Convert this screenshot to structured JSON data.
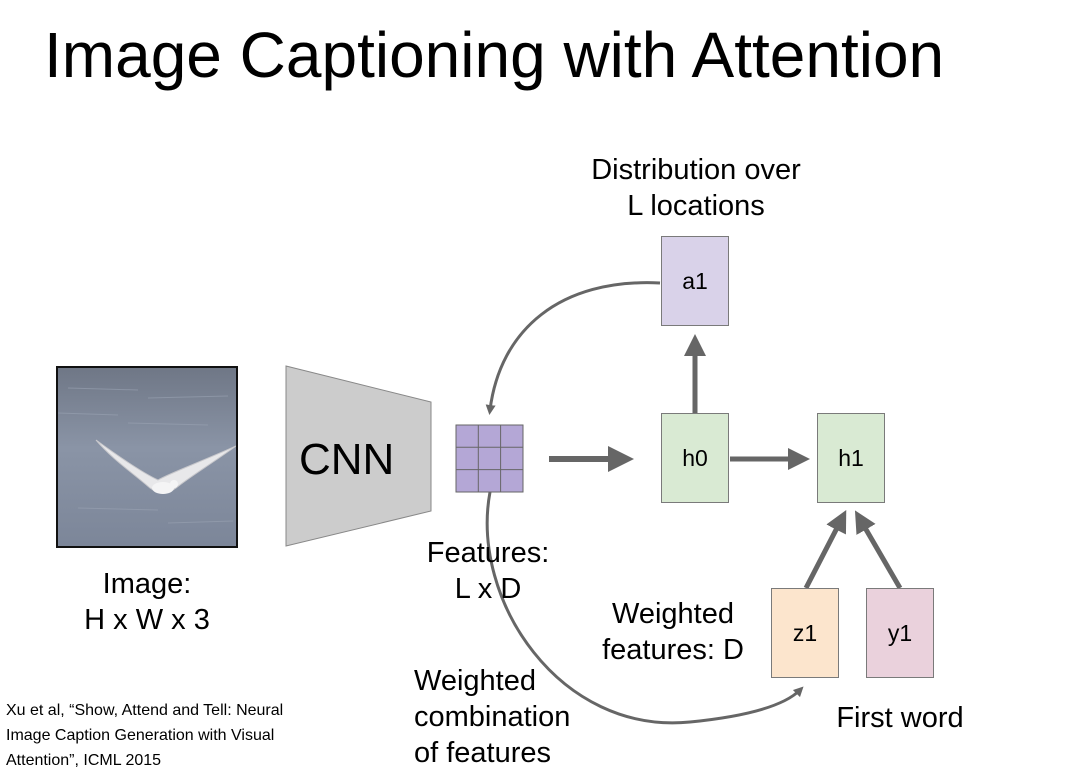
{
  "title": "Image Captioning with Attention",
  "labels": {
    "distribution_line1": "Distribution over",
    "distribution_line2": "L locations",
    "cnn": "CNN",
    "image_line1": "Image:",
    "image_line2": "H x W x 3",
    "features_line1": "Features:",
    "features_line2": "L x D",
    "weighted_features_line1": "Weighted",
    "weighted_features_line2": "features: D",
    "weighted_comb_line1": "Weighted",
    "weighted_comb_line2": "combination",
    "weighted_comb_line3": "of features",
    "first_word": "First word"
  },
  "nodes": {
    "a1": "a1",
    "h0": "h0",
    "h1": "h1",
    "z1": "z1",
    "y1": "y1"
  },
  "citation": [
    "Xu et al, “Show, Attend and Tell: Neural",
    "Image Caption Generation with Visual",
    "Attention”, ICML 2015"
  ],
  "colors": {
    "purple_box": "#d9d2e9",
    "green_box": "#d9ead3",
    "orange_box": "#fce5cd",
    "pink_box": "#ead1dc",
    "feature_grid": "#b4a7d6",
    "cnn_fill": "#cccccc",
    "arrow": "#666666"
  },
  "icons": {
    "photo": "seagull-photo-icon"
  }
}
